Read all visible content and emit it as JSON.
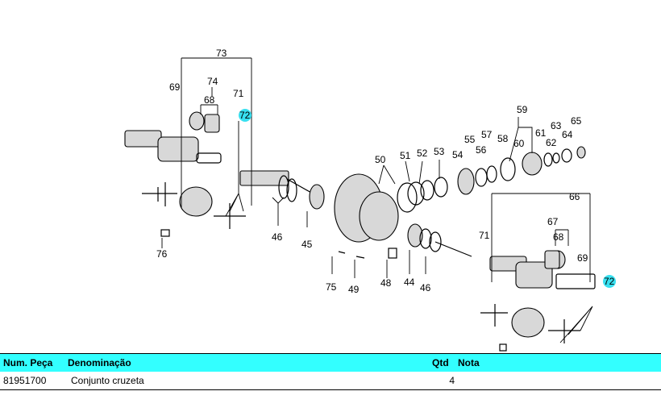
{
  "diagram": {
    "callouts": [
      "73",
      "74",
      "68",
      "71",
      "72",
      "69",
      "46",
      "45",
      "50",
      "51",
      "52",
      "53",
      "54",
      "55",
      "56",
      "57",
      "58",
      "59",
      "60",
      "61",
      "62",
      "63",
      "64",
      "65",
      "66",
      "67",
      "68",
      "69",
      "71",
      "72",
      "75",
      "49",
      "48",
      "44",
      "46",
      "76"
    ],
    "highlighted_callout": "72",
    "highlight_color": "#38e0f0"
  },
  "table": {
    "header_color": "#33ffff",
    "headers": {
      "num": "Num. Peça",
      "den": "Denominação",
      "qtd": "Qtd",
      "nota": "Nota"
    },
    "rows": [
      {
        "num": "81951700",
        "den": "Conjunto cruzeta",
        "qtd": "4",
        "nota": ""
      }
    ]
  }
}
